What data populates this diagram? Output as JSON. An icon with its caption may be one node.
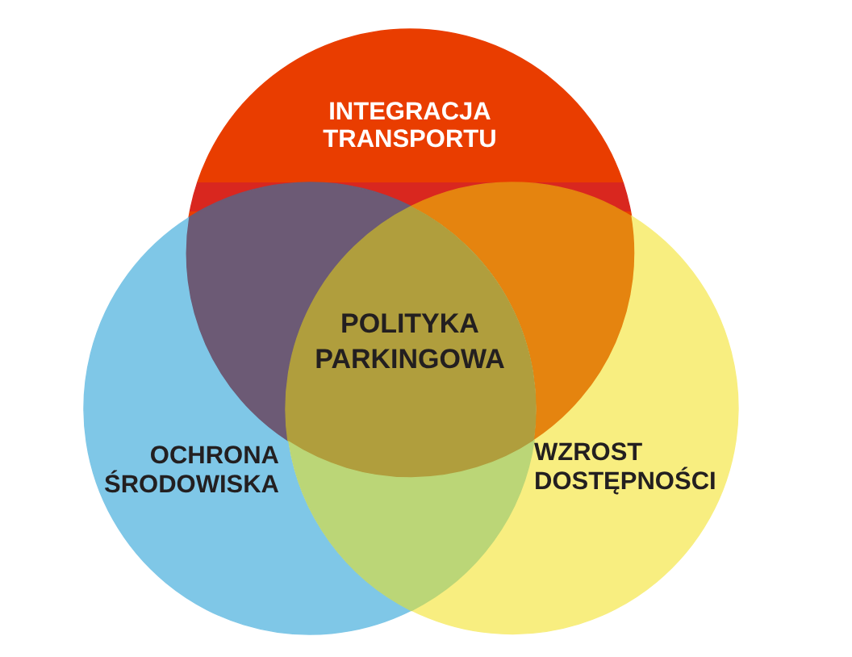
{
  "diagram": {
    "nodes": [
      {
        "text": [
          "INTEGRACJA TRANSPORTU"
        ]
      },
      {
        "text": [],
        "shape": "lens"
      },
      {
        "text": [],
        "shape": "lens"
      },
      {
        "text": [
          "POLITYKA PARKINGOWA"
        ]
      },
      {
        "text": [
          "OCHRONA ŚRODOWISKA"
        ]
      },
      {
        "text": [
          "WZROST DOSTĘPNOŚCI"
        ]
      },
      {
        "text": [],
        "shape": "lens"
      }
    ]
  }
}
